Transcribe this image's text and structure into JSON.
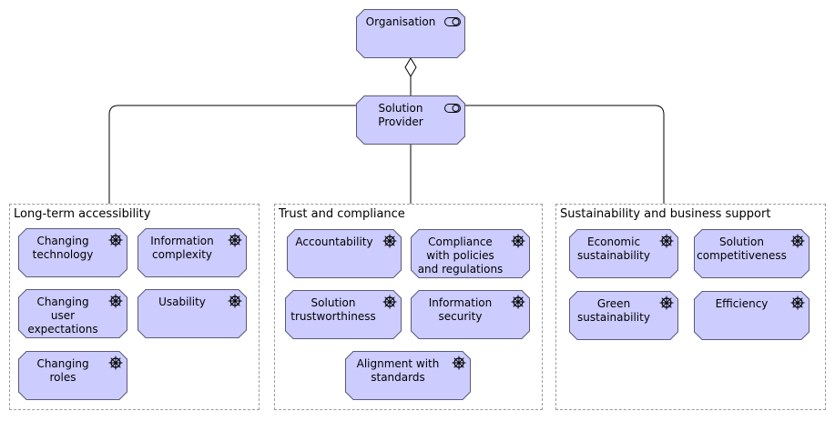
{
  "organisation": {
    "label": "Organisation"
  },
  "provider": {
    "label": "Solution\nProvider"
  },
  "groups": [
    {
      "title": "Long-term accessibility",
      "drivers": [
        "Changing\ntechnology",
        "Information\ncomplexity",
        "Changing\nuser\nexpectations",
        "Usability",
        "Changing\nroles"
      ]
    },
    {
      "title": "Trust and compliance",
      "drivers": [
        "Accountability",
        "Compliance\nwith policies\nand regulations",
        "Solution\ntrustworthiness",
        "Information\nsecurity",
        "Alignment with\nstandards"
      ]
    },
    {
      "title": "Sustainability and business support",
      "drivers": [
        "Economic\nsustainability",
        "Solution\ncompetitiveness",
        "Green\nsustainability",
        "Efficiency"
      ]
    }
  ],
  "icons": {
    "role": "role-icon",
    "driver": "driver-icon"
  },
  "colors": {
    "node_fill": "#ccccff",
    "node_border": "#5a5a7a",
    "group_border": "#9a9a9a",
    "line": "#000000"
  }
}
